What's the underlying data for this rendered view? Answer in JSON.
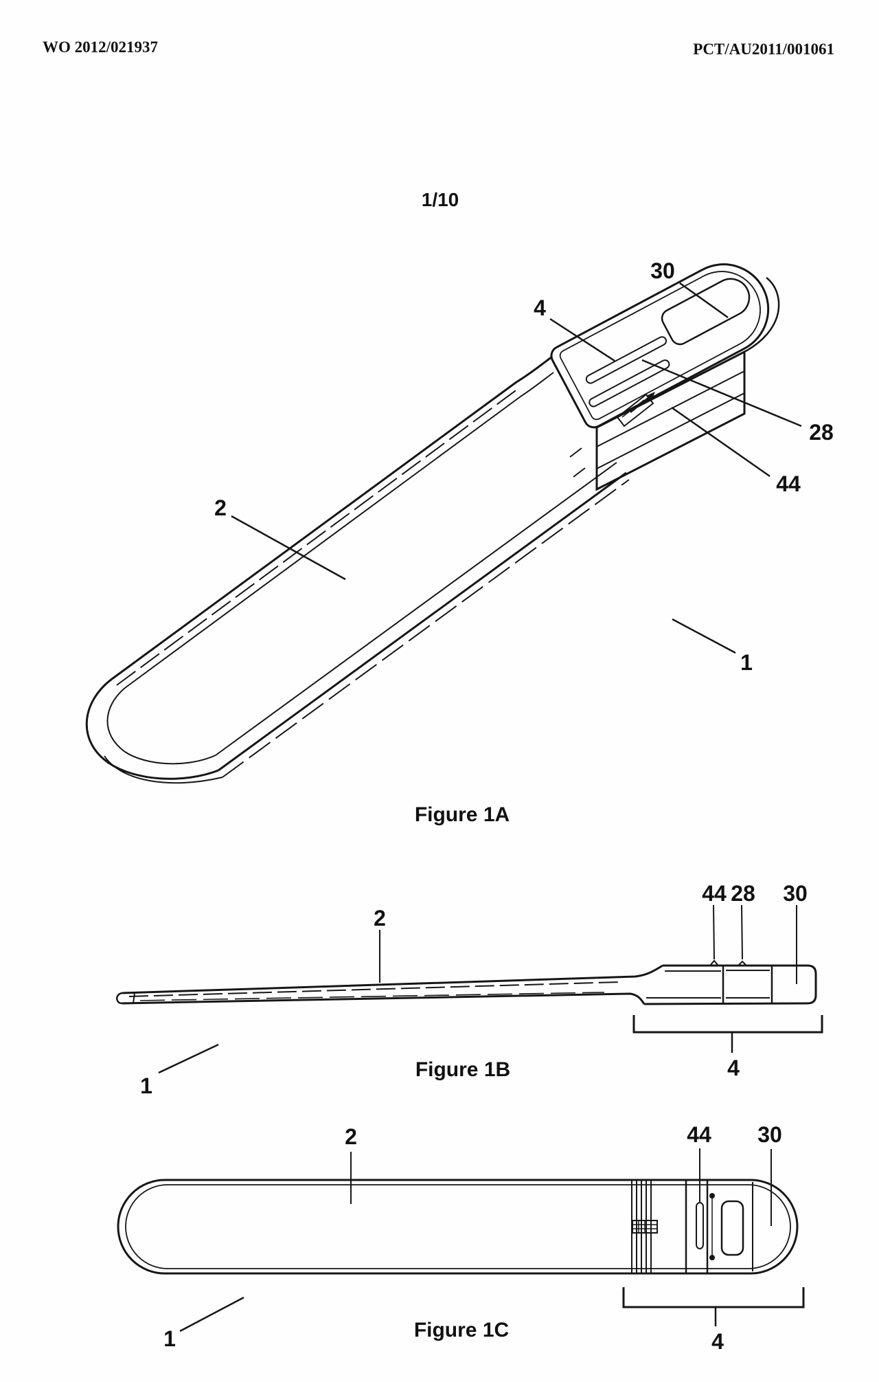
{
  "colors": {
    "ink": "#161616",
    "paper": "#fefefe"
  },
  "header": {
    "left": "WO 2012/021937",
    "right": "PCT/AU2011/001061",
    "sheet": "1/10"
  },
  "fig1a": {
    "caption": "Figure 1A",
    "ref30": "30",
    "ref4": "4",
    "ref28": "28",
    "ref44": "44",
    "ref2": "2",
    "ref1": "1"
  },
  "fig1b": {
    "caption": "Figure 1B",
    "ref44": "44",
    "ref28": "28",
    "ref30": "30",
    "ref2": "2",
    "ref1": "1",
    "ref4": "4"
  },
  "fig1c": {
    "caption": "Figure 1C",
    "ref2": "2",
    "ref44": "44",
    "ref30": "30",
    "ref1": "1",
    "ref4": "4"
  }
}
